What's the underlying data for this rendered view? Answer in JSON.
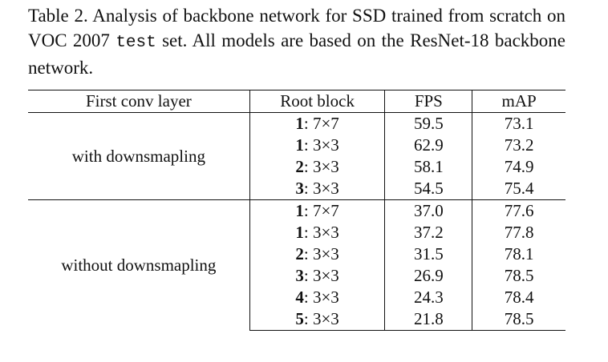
{
  "caption": {
    "prefix": "Table 2. Analysis of backbone network for SSD trained from scratch on VOC 2007 ",
    "mono": "test",
    "suffix": " set.  All models are based on the ResNet-18 backbone network."
  },
  "table": {
    "headers": {
      "first_conv": "First conv layer",
      "root_block": "Root block",
      "fps": "FPS",
      "map": "mAP"
    },
    "groups": [
      {
        "label": "with downsmapling",
        "rows": [
          {
            "block_num": "1",
            "kernel": ": 7×7",
            "fps": "59.5",
            "map": "73.1"
          },
          {
            "block_num": "1",
            "kernel": ": 3×3",
            "fps": "62.9",
            "map": "73.2"
          },
          {
            "block_num": "2",
            "kernel": ": 3×3",
            "fps": "58.1",
            "map": "74.9"
          },
          {
            "block_num": "3",
            "kernel": ": 3×3",
            "fps": "54.5",
            "map": "75.4"
          }
        ]
      },
      {
        "label": "without downsmapling",
        "rows": [
          {
            "block_num": "1",
            "kernel": ": 7×7",
            "fps": "37.0",
            "map": "77.6"
          },
          {
            "block_num": "1",
            "kernel": ": 3×3",
            "fps": "37.2",
            "map": "77.8"
          },
          {
            "block_num": "2",
            "kernel": ": 3×3",
            "fps": "31.5",
            "map": "78.1"
          },
          {
            "block_num": "3",
            "kernel": ": 3×3",
            "fps": "26.9",
            "map": "78.5",
            "map_bold": true
          },
          {
            "block_num": "4",
            "kernel": ": 3×3",
            "fps": "24.3",
            "map": "78.4"
          },
          {
            "block_num": "5",
            "kernel": ": 3×3",
            "fps": "21.8",
            "map": "78.5"
          }
        ]
      }
    ]
  }
}
